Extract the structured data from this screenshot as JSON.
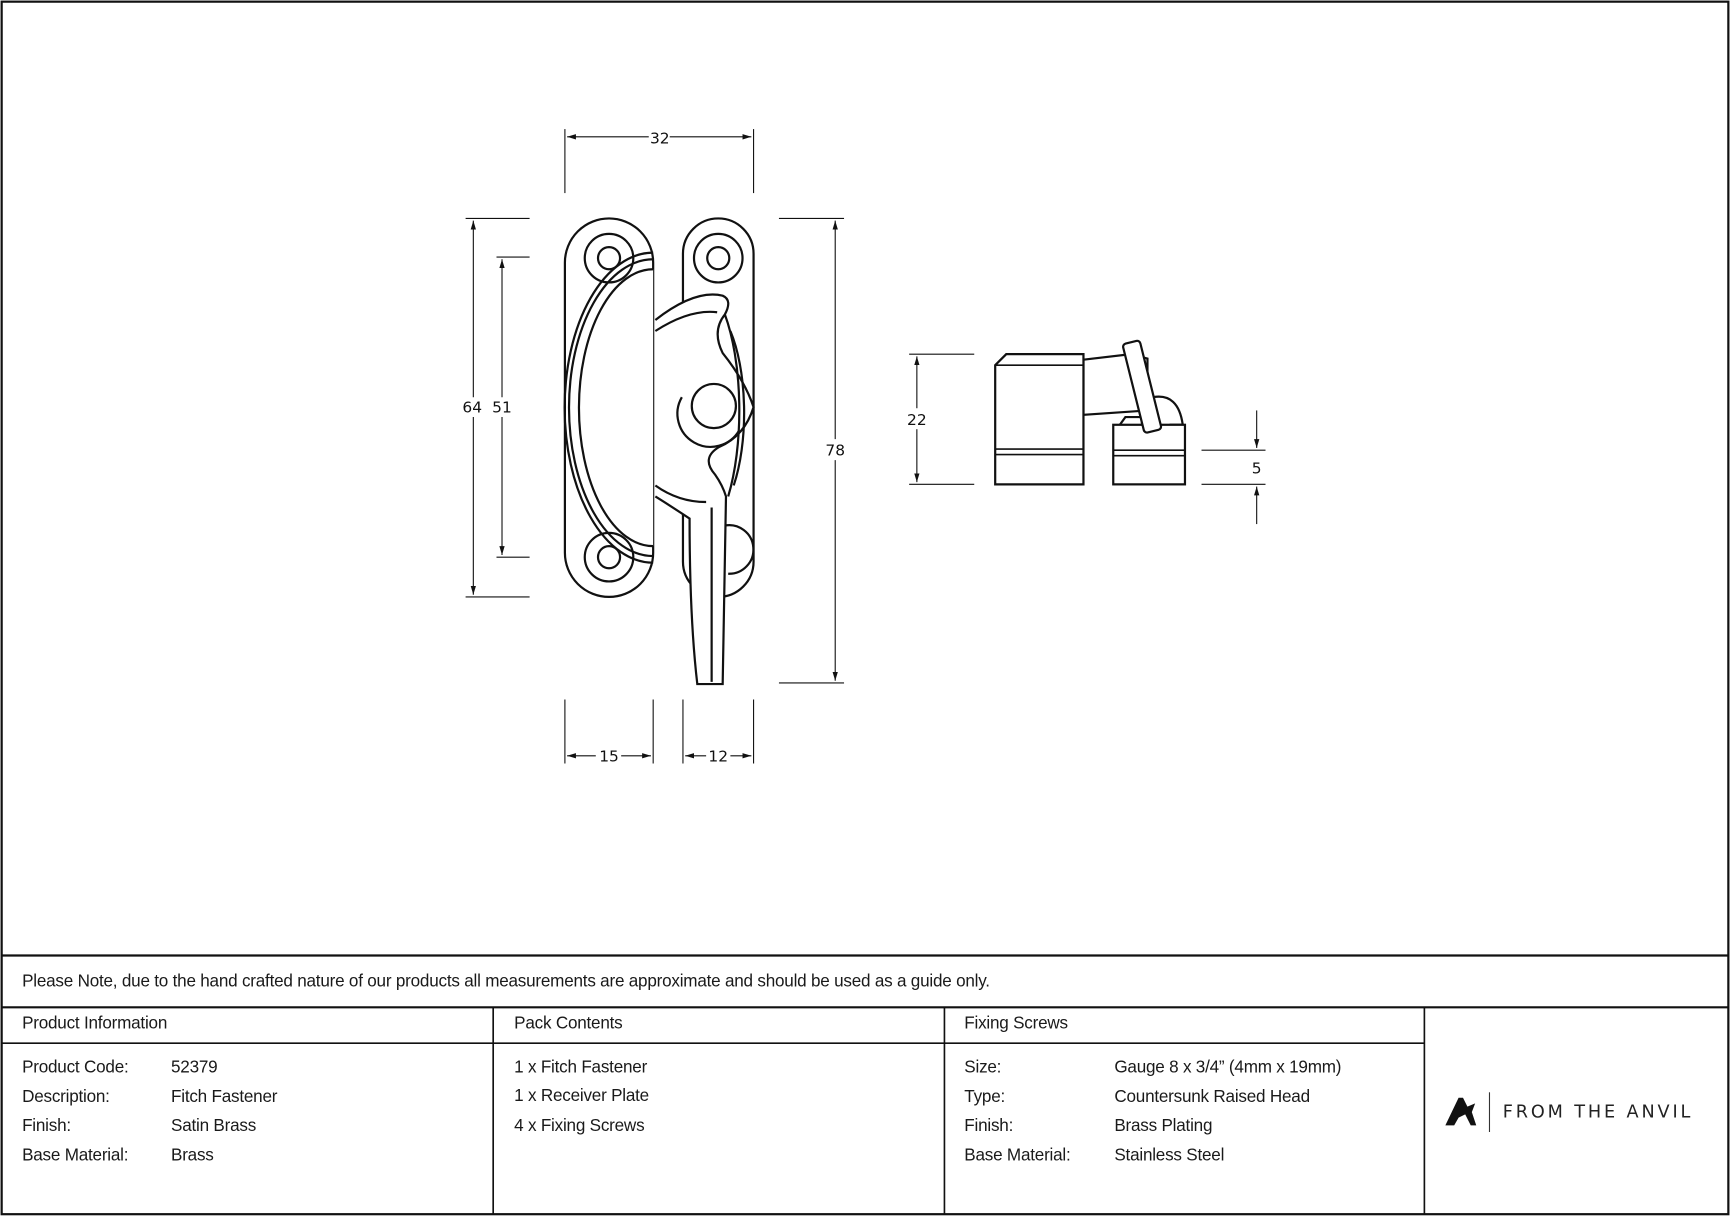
{
  "drawing": {
    "front_view": {
      "width_total": "32",
      "height_outer": "64",
      "height_holes": "51",
      "height_total": "78",
      "plate_left_width": "15",
      "plate_right_width": "12"
    },
    "side_view": {
      "height": "22",
      "receiver_height": "5"
    }
  },
  "note": "Please Note, due to the hand crafted nature of our products all measurements are approximate and should be used as a guide only.",
  "product_information": {
    "header": "Product Information",
    "rows": [
      {
        "label": "Product Code:",
        "value": "52379"
      },
      {
        "label": "Description:",
        "value": "Fitch Fastener"
      },
      {
        "label": "Finish:",
        "value": "Satin Brass"
      },
      {
        "label": "Base Material:",
        "value": "Brass"
      }
    ]
  },
  "pack_contents": {
    "header": "Pack Contents",
    "items": [
      "1 x Fitch Fastener",
      "1 x Receiver Plate",
      "4 x Fixing Screws"
    ]
  },
  "fixing_screws": {
    "header": "Fixing Screws",
    "rows": [
      {
        "label": "Size:",
        "value": "Gauge 8 x 3/4” (4mm x 19mm)"
      },
      {
        "label": "Type:",
        "value": "Countersunk Raised Head"
      },
      {
        "label": "Finish:",
        "value": "Brass Plating"
      },
      {
        "label": "Base Material:",
        "value": "Stainless Steel"
      }
    ]
  },
  "logo": {
    "text": "FROM THE ANVIL"
  }
}
